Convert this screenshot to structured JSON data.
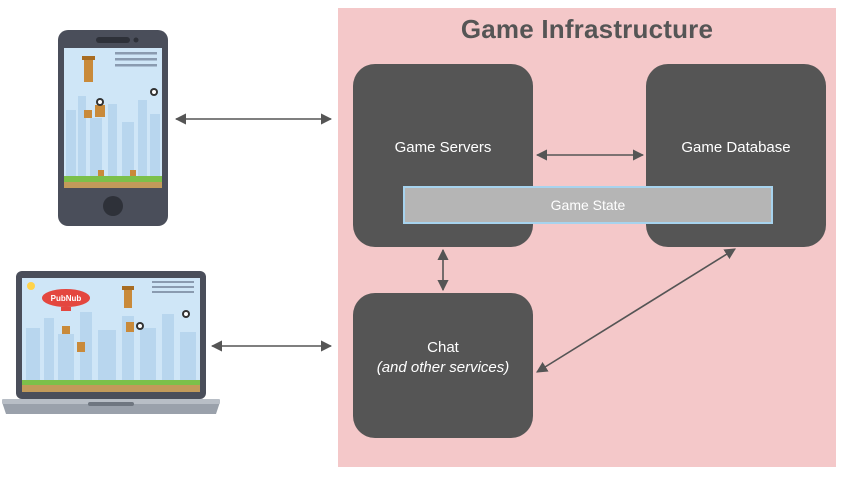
{
  "diagram": {
    "title": "Game Infrastructure",
    "nodes": {
      "game_servers": "Game Servers",
      "game_database": "Game Database",
      "game_state": "Game State",
      "chat": "Chat",
      "chat_subtitle": "(and other services)"
    },
    "laptop_screen_logo": "PubNub"
  },
  "colors": {
    "panel_background": "#f4c8c9",
    "node_fill": "#555555",
    "state_bar_fill": "#b5b5b5",
    "state_bar_border": "#a7d3ee",
    "arrow": "#555555",
    "device_body": "#4a4e5a",
    "game_sky": "#cfe6f7"
  }
}
